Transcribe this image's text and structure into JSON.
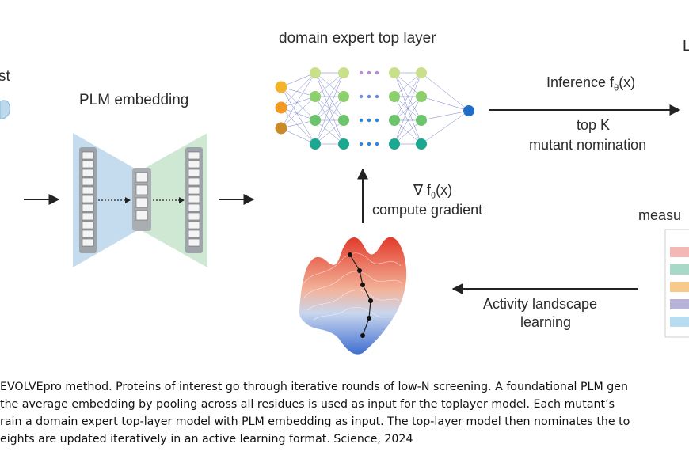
{
  "labels": {
    "domain_title": "domain expert top layer",
    "plm_title": "PLM embedding",
    "left_partial": "st",
    "right_partial": "L",
    "inference": "Inference f",
    "inference_sub": "θ",
    "inference_tail": "(x)",
    "topk_line1": "top K",
    "topk_line2": "mutant nomination",
    "gradient_line1_pre": "∇ f",
    "gradient_line1_sub": "θ",
    "gradient_line1_tail": "(x)",
    "gradient_line2": "compute gradient",
    "measure_partial": "measu",
    "activity_line1": "Activity landscape",
    "activity_line2": "learning"
  },
  "caption": {
    "line1": "EVOLVEpro method. Proteins of interest go through iterative rounds of low-N screening. A foundational PLM gen",
    "line2": " the average embedding by pooling across all residues is used as input for the toplayer model. Each mutant’s",
    "line3": "rain a domain expert top-layer model with PLM embedding as input. The top-layer model then nominates the to",
    "line4": "eights are updated iteratively in an active learning format. Science, 2024"
  },
  "colors": {
    "plm_left": "#c5dcef",
    "plm_right": "#cfe8d4",
    "input_orange": "#f0a020",
    "output_blue": "#1f6fc8",
    "node_lightgreen": "#c8e08a",
    "node_green": "#6cc46c",
    "node_teal": "#1aa890",
    "node_purple": "#b78ad6",
    "node_blue": "#2f86d6"
  },
  "measure_bars": [
    "#f4b7b7",
    "#a8d8c8",
    "#f7c98a",
    "#b6b2d8",
    "#b8dcf0"
  ]
}
